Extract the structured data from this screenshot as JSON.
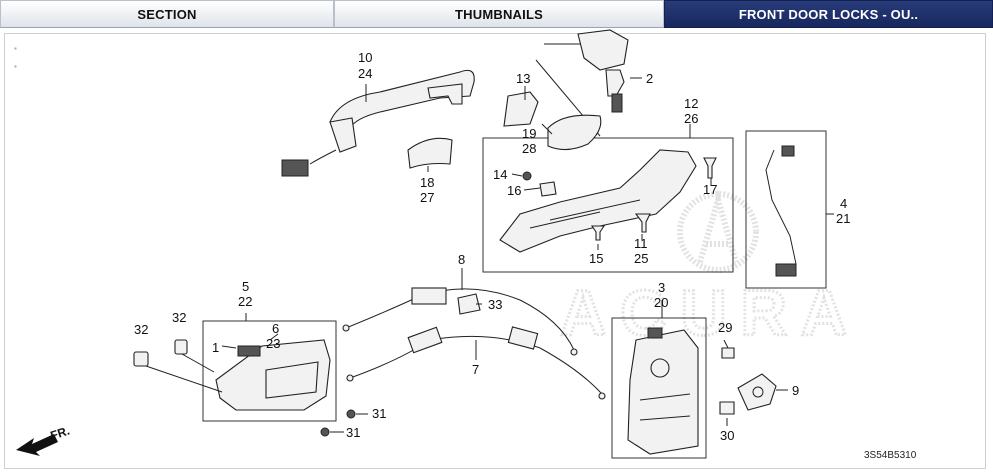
{
  "tabs": [
    {
      "label": "SECTION",
      "active": false
    },
    {
      "label": "THUMBNAILS",
      "active": false
    },
    {
      "label": "FRONT DOOR LOCKS - OU..",
      "active": true
    }
  ],
  "diagram": {
    "code": "3S54B5310",
    "direction_label": "FR.",
    "callouts": [
      {
        "id": "c10",
        "text": "10"
      },
      {
        "id": "c24",
        "text": "24"
      },
      {
        "id": "c2",
        "text": "2"
      },
      {
        "id": "c13",
        "text": "13"
      },
      {
        "id": "c19",
        "text": "19"
      },
      {
        "id": "c28",
        "text": "28"
      },
      {
        "id": "c12",
        "text": "12"
      },
      {
        "id": "c26",
        "text": "26"
      },
      {
        "id": "c14",
        "text": "14"
      },
      {
        "id": "c16",
        "text": "16"
      },
      {
        "id": "c17",
        "text": "17"
      },
      {
        "id": "c18",
        "text": "18"
      },
      {
        "id": "c27",
        "text": "27"
      },
      {
        "id": "c4",
        "text": "4"
      },
      {
        "id": "c21",
        "text": "21"
      },
      {
        "id": "c11",
        "text": "11"
      },
      {
        "id": "c25",
        "text": "25"
      },
      {
        "id": "c15",
        "text": "15"
      },
      {
        "id": "c8",
        "text": "8"
      },
      {
        "id": "c5",
        "text": "5"
      },
      {
        "id": "c22",
        "text": "22"
      },
      {
        "id": "c32a",
        "text": "32"
      },
      {
        "id": "c32b",
        "text": "32"
      },
      {
        "id": "c6",
        "text": "6"
      },
      {
        "id": "c1",
        "text": "1"
      },
      {
        "id": "c23",
        "text": "23"
      },
      {
        "id": "c33",
        "text": "33"
      },
      {
        "id": "c7",
        "text": "7"
      },
      {
        "id": "c3",
        "text": "3"
      },
      {
        "id": "c20",
        "text": "20"
      },
      {
        "id": "c29",
        "text": "29"
      },
      {
        "id": "c9",
        "text": "9"
      },
      {
        "id": "c30",
        "text": "30"
      },
      {
        "id": "c31a",
        "text": "31"
      },
      {
        "id": "c31b",
        "text": "31"
      }
    ]
  }
}
